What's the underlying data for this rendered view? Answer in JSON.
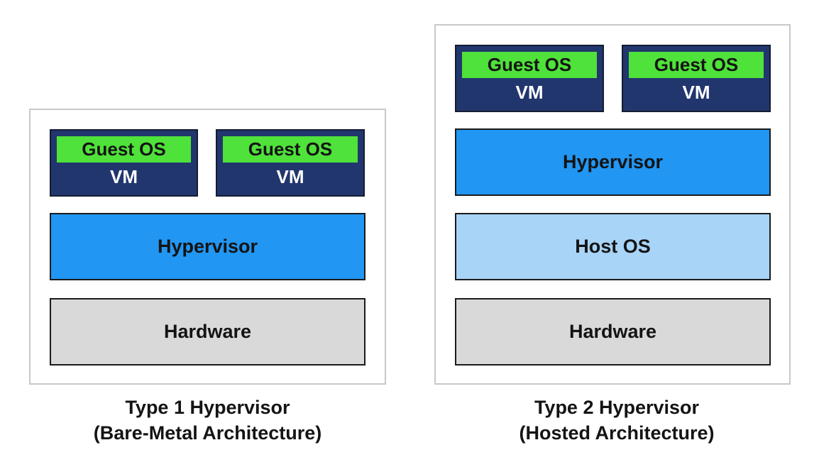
{
  "type1": {
    "vm_left": {
      "guest_label": "Guest OS",
      "vm_label": "VM"
    },
    "vm_right": {
      "guest_label": "Guest OS",
      "vm_label": "VM"
    },
    "hypervisor_label": "Hypervisor",
    "hardware_label": "Hardware",
    "caption_line1": "Type 1 Hypervisor",
    "caption_line2": "(Bare-Metal Architecture)"
  },
  "type2": {
    "vm_left": {
      "guest_label": "Guest OS",
      "vm_label": "VM"
    },
    "vm_right": {
      "guest_label": "Guest OS",
      "vm_label": "VM"
    },
    "hypervisor_label": "Hypervisor",
    "host_os_label": "Host OS",
    "hardware_label": "Hardware",
    "caption_line1": "Type 2 Hypervisor",
    "caption_line2": "(Hosted Architecture)"
  },
  "colors": {
    "guest_os": "#4fe23a",
    "vm": "#22366e",
    "hypervisor": "#2196f3",
    "host_os": "#a8d4f8",
    "hardware": "#d9d9d9",
    "frame_border": "#c8c8c8"
  }
}
